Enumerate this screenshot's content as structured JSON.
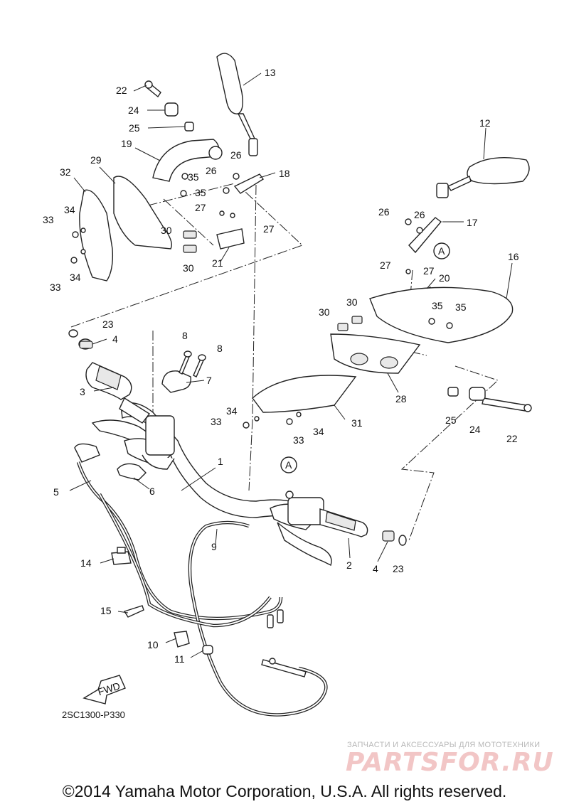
{
  "diagram_code": "2SC1300-P330",
  "fwd_label": "FWD",
  "ref_marker": "A",
  "copyright": "©2014 Yamaha Motor Corporation, U.S.A. All rights reserved.",
  "watermark": {
    "tagline": "ЗАПЧАСТИ И АКСЕССУАРЫ ДЛЯ МОТОТЕХНИКИ",
    "logo": "PARTSFOR.RU"
  },
  "labels": {
    "n1": "1",
    "n2": "2",
    "n3": "3",
    "n4a": "4",
    "n4b": "4",
    "n5": "5",
    "n6": "6",
    "n7": "7",
    "n8a": "8",
    "n8b": "8",
    "n9": "9",
    "n10": "10",
    "n11": "11",
    "n12": "12",
    "n13": "13",
    "n14": "14",
    "n15": "15",
    "n16": "16",
    "n17": "17",
    "n18": "18",
    "n19": "19",
    "n20": "20",
    "n21": "21",
    "n22a": "22",
    "n22b": "22",
    "n23a": "23",
    "n23b": "23",
    "n24a": "24",
    "n24b": "24",
    "n25a": "25",
    "n25b": "25",
    "n26a": "26",
    "n26b": "26",
    "n26c": "26",
    "n26d": "26",
    "n27a": "27",
    "n27b": "27",
    "n27c": "27",
    "n27d": "27",
    "n28": "28",
    "n29": "29",
    "n30a": "30",
    "n30b": "30",
    "n30c": "30",
    "n30d": "30",
    "n31": "31",
    "n32": "32",
    "n33a": "33",
    "n33b": "33",
    "n33c": "33",
    "n33d": "33",
    "n34a": "34",
    "n34b": "34",
    "n34c": "34",
    "n34d": "34",
    "n35a": "35",
    "n35b": "35",
    "n35c": "35",
    "n35d": "35"
  }
}
